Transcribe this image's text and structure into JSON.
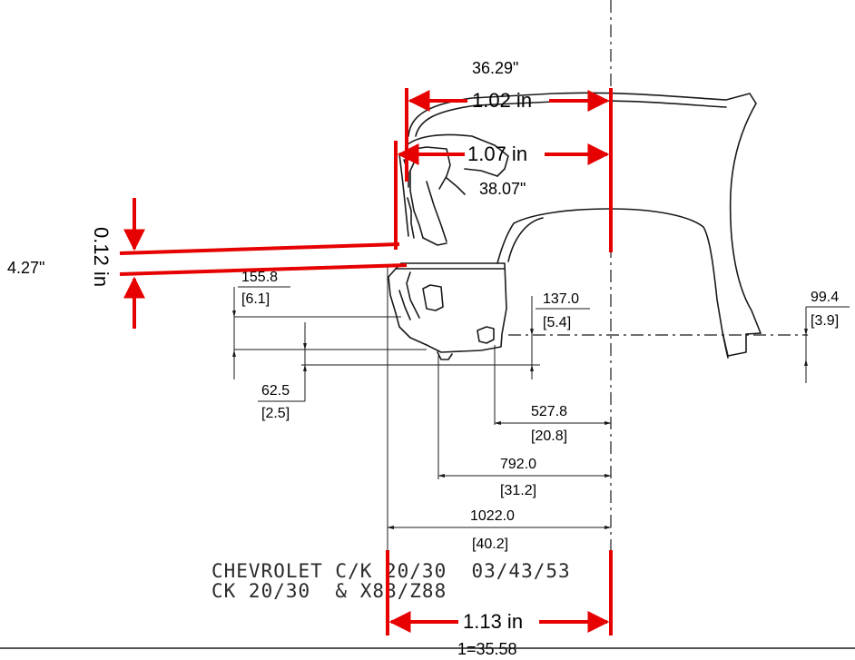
{
  "colors": {
    "line": "#1a1a1a",
    "red": "#e60000",
    "text": "#000000"
  },
  "measurements": {
    "top_inches": "36.29\"",
    "top_red": "1.02 in",
    "second_red": "1.07 in",
    "second_inches": "38.07\"",
    "left_inches": "4.27\"",
    "vertical_red": "0.12 in",
    "bottom_red": "1.13 in",
    "scale": "1=35.58"
  },
  "dimensions": {
    "d155_mm": "155.8",
    "d155_in": "[6.1]",
    "d62_mm": "62.5",
    "d62_in": "[2.5]",
    "d137_mm": "137.0",
    "d137_in": "[5.4]",
    "d99_mm": "99.4",
    "d99_in": "[3.9]",
    "d527_mm": "527.8",
    "d527_in": "[20.8]",
    "d792_mm": "792.0",
    "d792_in": "[31.2]",
    "d1022_mm": "1022.0",
    "d1022_in": "[40.2]"
  },
  "caption": {
    "line1": "CHEVROLET C/K 20/30  03/43/53",
    "line2": "CK 20/30  & X88/Z88"
  }
}
